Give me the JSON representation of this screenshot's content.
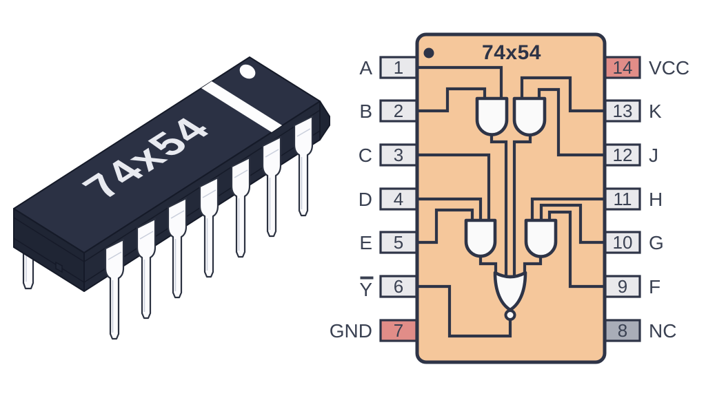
{
  "figure": {
    "background": "#ffffff",
    "description": "74x54 IC: 3D DIP-14 package illustration and pinout diagram with internal AND-OR-INVERT logic"
  },
  "chip_3d": {
    "label": "74x54"
  },
  "pinout": {
    "title": "74x54",
    "left_pins": [
      {
        "number": "1",
        "label": "A",
        "type": "input"
      },
      {
        "number": "2",
        "label": "B",
        "type": "input"
      },
      {
        "number": "3",
        "label": "C",
        "type": "input"
      },
      {
        "number": "4",
        "label": "D",
        "type": "input"
      },
      {
        "number": "5",
        "label": "E",
        "type": "input"
      },
      {
        "number": "6",
        "label": "Y",
        "overline": true,
        "type": "output"
      },
      {
        "number": "7",
        "label": "GND",
        "type": "power"
      }
    ],
    "right_pins": [
      {
        "number": "14",
        "label": "VCC",
        "type": "power"
      },
      {
        "number": "13",
        "label": "K",
        "type": "input"
      },
      {
        "number": "12",
        "label": "J",
        "type": "input"
      },
      {
        "number": "11",
        "label": "H",
        "type": "input"
      },
      {
        "number": "10",
        "label": "G",
        "type": "input"
      },
      {
        "number": "9",
        "label": "F",
        "type": "input"
      },
      {
        "number": "8",
        "label": "NC",
        "type": "nc"
      }
    ],
    "logic": {
      "description": "4-wide AND-OR-INVERT",
      "gates": [
        {
          "id": "and1",
          "type": "AND",
          "inputs": [
            "B",
            "A"
          ]
        },
        {
          "id": "and2",
          "type": "AND",
          "inputs": [
            "K",
            "J"
          ]
        },
        {
          "id": "and3",
          "type": "AND",
          "inputs": [
            "E",
            "D",
            "C"
          ]
        },
        {
          "id": "and4",
          "type": "AND",
          "inputs": [
            "H",
            "G",
            "F"
          ]
        },
        {
          "id": "nor1",
          "type": "NOR",
          "inputs": [
            "and1",
            "and2",
            "and3",
            "and4"
          ],
          "output": "Y"
        }
      ]
    }
  },
  "colors": {
    "background": "#ffffff",
    "outline": "#2e3447",
    "wire": "#2e3447",
    "text": "#3a4152",
    "ic_body": "#f5c79b",
    "pin_fill": "#e9e9ec",
    "power_pin_fill": "#e18d88",
    "nc_pin_fill": "#a9adb8",
    "gate_fill": "#fafafa",
    "chip_top": "#2b3144",
    "chip_front": "#232939",
    "chip_end": "#1f2534",
    "chip_edge": "#151a28",
    "chip_text": "#e8eaf0",
    "chip_pin_fill": "#fbfbfd",
    "chip_pin_stroke": "#2b3140"
  }
}
